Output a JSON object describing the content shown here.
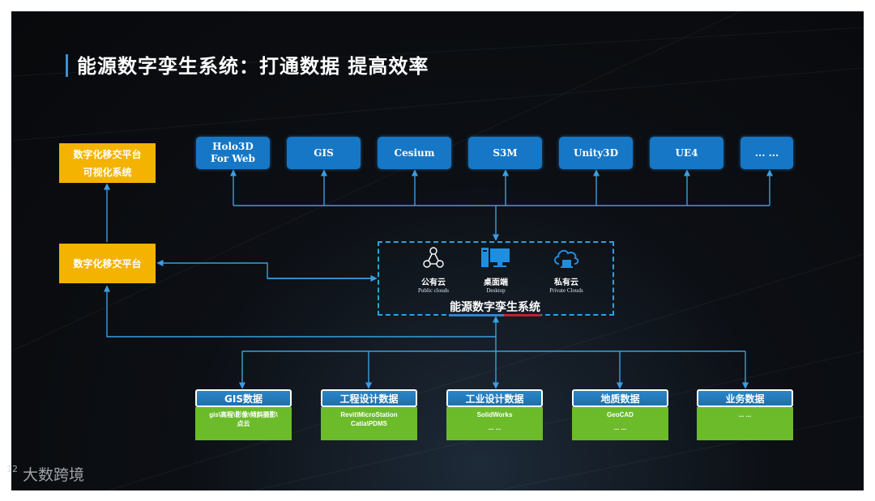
{
  "title": "能源数字孪生系统：打通数据 提高效率",
  "left_column": {
    "top_box": [
      "数字化移交平台",
      "可视化系统"
    ],
    "mid_box": "数字化移交平台"
  },
  "engines": [
    "Holo3D For Web",
    "GIS",
    "Cesium",
    "S3M",
    "Unity3D",
    "UE4",
    "... ..."
  ],
  "center": {
    "title": "能源数字孪生系统",
    "environments": [
      {
        "icon": "network-cloud-icon",
        "zh": "公有云",
        "en": "Public clouds"
      },
      {
        "icon": "desktop-icon",
        "zh": "桌面端",
        "en": "Desktop"
      },
      {
        "icon": "private-cloud-icon",
        "zh": "私有云",
        "en": "Private Clouds"
      }
    ]
  },
  "data_sources": [
    {
      "title": "GIS数据",
      "content": [
        "gis\\高程\\影像\\倾斜摄影\\",
        "点云"
      ]
    },
    {
      "title": "工程设计数据",
      "content": [
        "Revit\\MicroStation",
        "Catia\\PDMS"
      ]
    },
    {
      "title": "工业设计数据",
      "content": [
        "SolidWorks",
        "... ..."
      ]
    },
    {
      "title": "地质数据",
      "content": [
        "GeoCAD",
        "... ..."
      ]
    },
    {
      "title": "业务数据",
      "content": [
        "... ..."
      ]
    }
  ],
  "watermark": {
    "prefix": "12",
    "text": "大数跨境"
  },
  "colors": {
    "accent_blue": "#1677c6",
    "yellow": "#f4b301",
    "green": "#6cbb2a",
    "connector": "#3b9ee0",
    "red": "#b7262c"
  }
}
